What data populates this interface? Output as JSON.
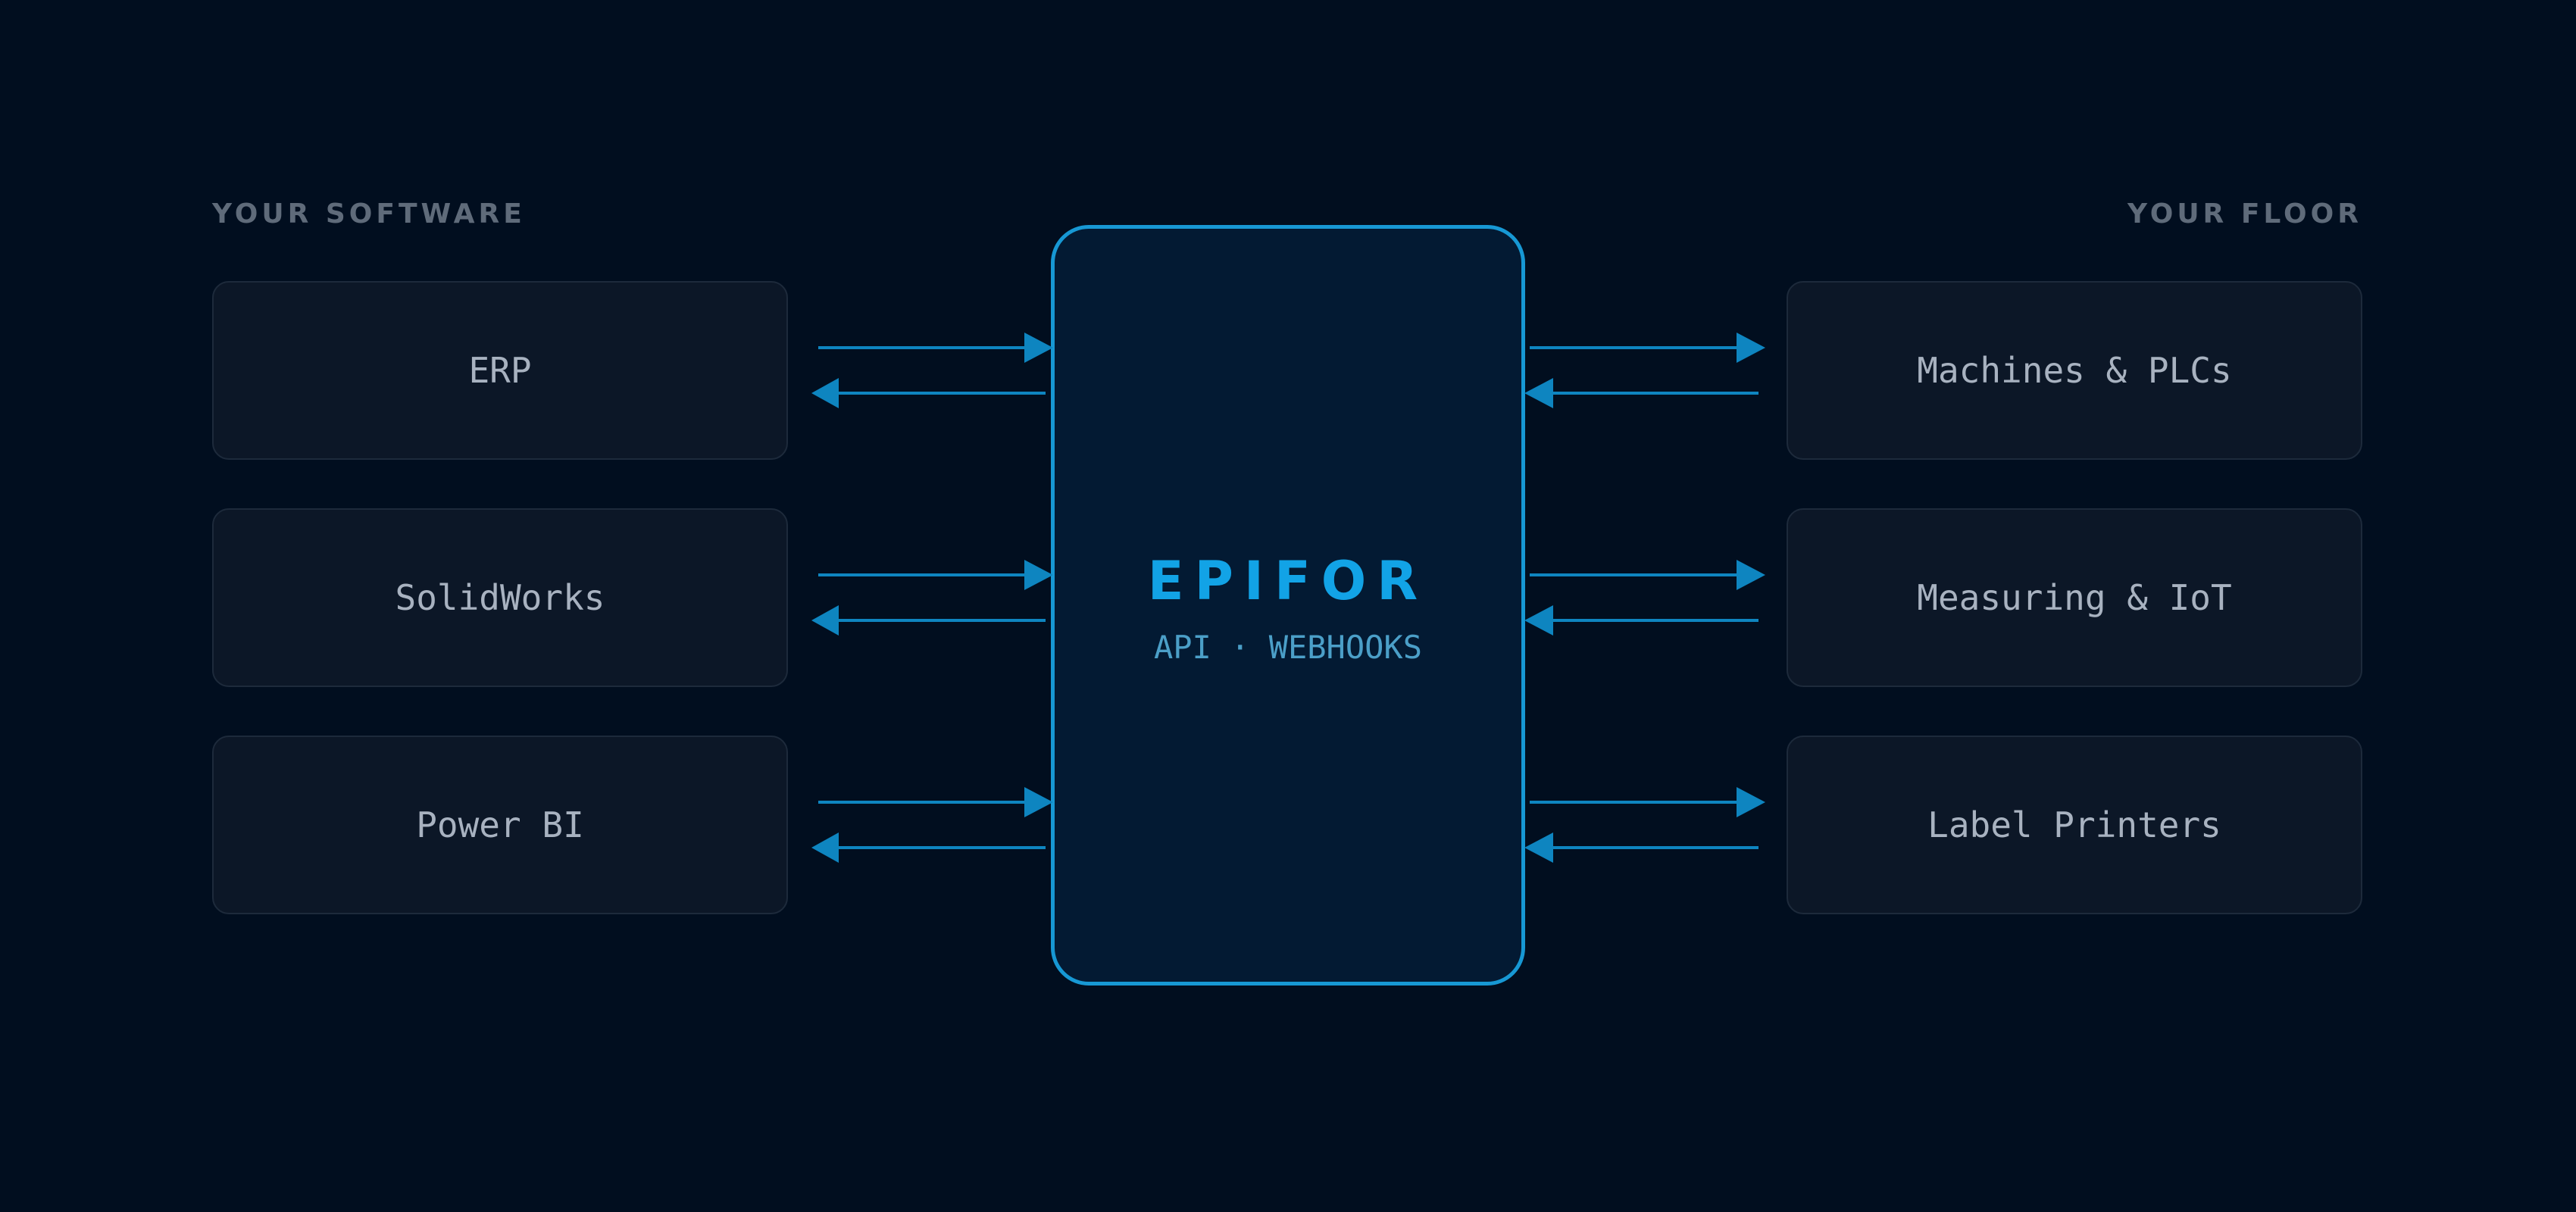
{
  "headings": {
    "left": "YOUR SOFTWARE",
    "right": "YOUR FLOOR"
  },
  "software": [
    {
      "label": "ERP"
    },
    {
      "label": "SolidWorks"
    },
    {
      "label": "Power BI"
    }
  ],
  "floor": [
    {
      "label": "Machines & PLCs"
    },
    {
      "label": "Measuring & IoT"
    },
    {
      "label": "Label Printers"
    }
  ],
  "hub": {
    "title": "EPIFOR",
    "subtitle": "API · WEBHOOKS"
  },
  "colors": {
    "background": "#010e1f",
    "accent": "#1798d4",
    "arrow": "#0e85c0"
  }
}
